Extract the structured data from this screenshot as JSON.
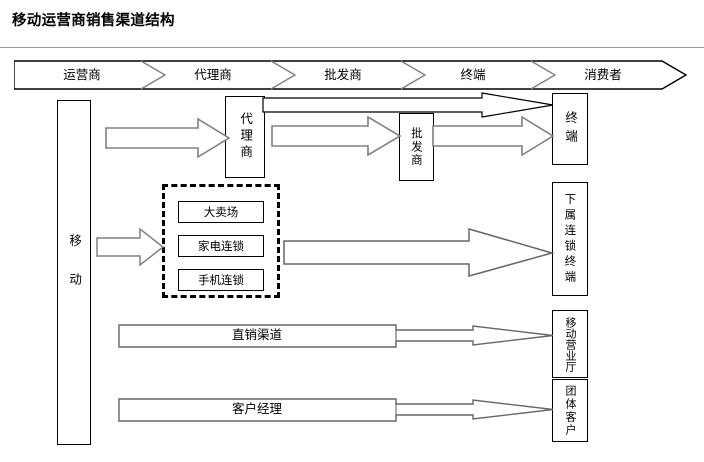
{
  "page": {
    "title": "移动运营商销售渠道结构",
    "background_color": "#ffffff",
    "line_color": "#000000",
    "arrow_outline_color": "#808080",
    "rule_color": "#9a9a9a"
  },
  "banner": {
    "name": "channel-stage-banner",
    "segments": [
      {
        "label": "运营商"
      },
      {
        "label": "代理商"
      },
      {
        "label": "批发商"
      },
      {
        "label": "终端"
      },
      {
        "label": "消费者"
      }
    ]
  },
  "nodes": {
    "operator": {
      "label": "移动",
      "orientation": "vertical"
    },
    "agent": {
      "label": "代理商",
      "orientation": "vertical"
    },
    "wholesaler": {
      "label": "批发商",
      "orientation": "vertical"
    },
    "terminal": {
      "label": "终端",
      "orientation": "vertical"
    },
    "chain_terminal": {
      "label": "下属连锁终端",
      "orientation": "vertical"
    },
    "mobile_hall": {
      "label": "移动营业厅",
      "orientation": "vertical"
    },
    "group_customer": {
      "label": "团体客户",
      "orientation": "vertical"
    }
  },
  "retail_group": {
    "name": "retail-chain-group",
    "items": [
      {
        "label": "大卖场"
      },
      {
        "label": "家电连锁"
      },
      {
        "label": "手机连锁"
      }
    ]
  },
  "channels": [
    {
      "label": "直销渠道"
    },
    {
      "label": "客户经理"
    }
  ],
  "connectors": [
    {
      "name": "operator-to-agent",
      "style": "block-arrow"
    },
    {
      "name": "agent-to-wholesaler",
      "style": "block-arrow"
    },
    {
      "name": "wholesaler-to-terminal",
      "style": "block-arrow"
    },
    {
      "name": "agent-to-terminal",
      "style": "thin-spear-arrow"
    },
    {
      "name": "operator-to-retail-group",
      "style": "block-arrow"
    },
    {
      "name": "retail-group-to-chain-terminal",
      "style": "wide-flat-arrow"
    },
    {
      "name": "direct-sales-to-mobile-hall",
      "style": "thin-spear-arrow"
    },
    {
      "name": "account-manager-to-group-customer",
      "style": "thin-spear-arrow"
    }
  ]
}
